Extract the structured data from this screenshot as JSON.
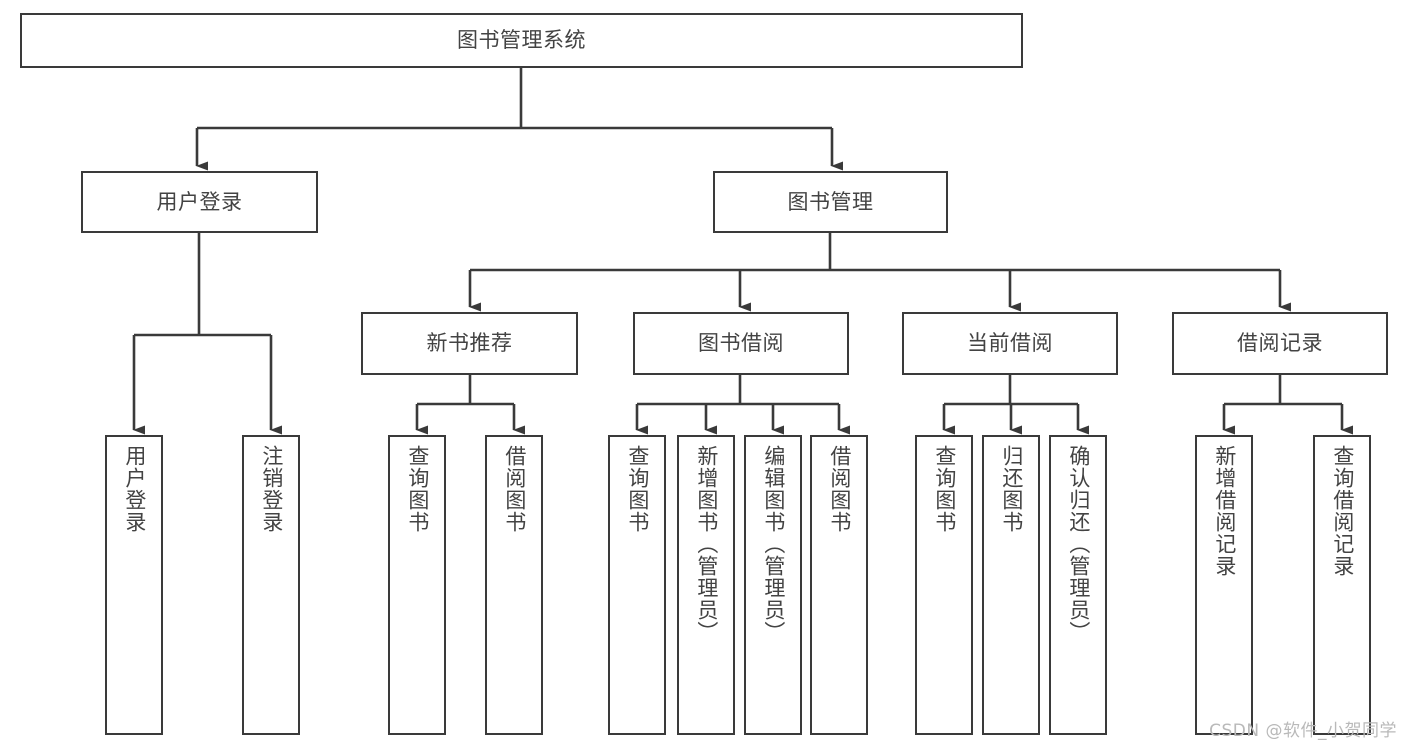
{
  "diagram": {
    "title": "图书管理系统",
    "type": "tree-hierarchy-diagram",
    "root": {
      "label": "图书管理系统"
    },
    "level1": [
      {
        "label": "用户登录"
      },
      {
        "label": "图书管理"
      }
    ],
    "level2": [
      {
        "label": "新书推荐"
      },
      {
        "label": "图书借阅"
      },
      {
        "label": "当前借阅"
      },
      {
        "label": "借阅记录"
      }
    ],
    "leaves": [
      {
        "label": "用户登录"
      },
      {
        "label": "注销登录"
      },
      {
        "label": "查询图书"
      },
      {
        "label": "借阅图书"
      },
      {
        "label": "查询图书"
      },
      {
        "label": "新增图书（管理员）"
      },
      {
        "label": "编辑图书（管理员）"
      },
      {
        "label": "借阅图书"
      },
      {
        "label": "查询图书"
      },
      {
        "label": "归还图书"
      },
      {
        "label": "确认归还（管理员）"
      },
      {
        "label": "新增借阅记录"
      },
      {
        "label": "查询借阅记录"
      }
    ]
  },
  "watermark": {
    "text": "CSDN @软件_小贺同学"
  },
  "colors": {
    "stroke": "#3a3a3a",
    "text": "#434343",
    "background": "#ffffff",
    "watermark": "#b9b9b9"
  }
}
